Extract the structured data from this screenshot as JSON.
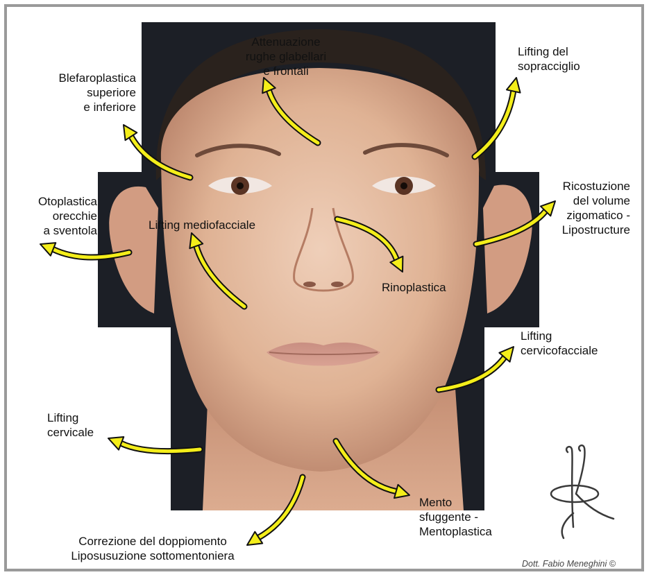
{
  "labels": {
    "attenuazione": "Attenuazione\nrughe glabellari\ne frontali",
    "sopracciglio": "Lifting del\nsopracciglio",
    "blefaroplastica": "Blefaroplastica\nsuperiore\ne inferiore",
    "otoplastica": "Otoplastica\norecchie\na sventola",
    "mediofacciale": "Lifting mediofacciale",
    "zigomatico": "Ricostuzione\ndel volume\nzigomatico -\nLipostructure",
    "rinoplastica": "Rinoplastica",
    "cervicofacciale": "Lifting\ncervicofacciale",
    "cervicale": "Lifting\ncervicale",
    "mento": "Mento\nsfuggente -\nMentoplastica",
    "doppiomento": "Correzione del doppiomento\nLiposusuzione sottomentoniera"
  },
  "signature": "Dott. Fabio Meneghini ©",
  "colors": {
    "arrow_fill": "#f4ee1a",
    "arrow_stroke": "#111111",
    "background_dark": "#1c1f26",
    "skin_light": "#e9c7b0",
    "skin_mid": "#d7a68a",
    "frame": "#9a9a9a"
  }
}
